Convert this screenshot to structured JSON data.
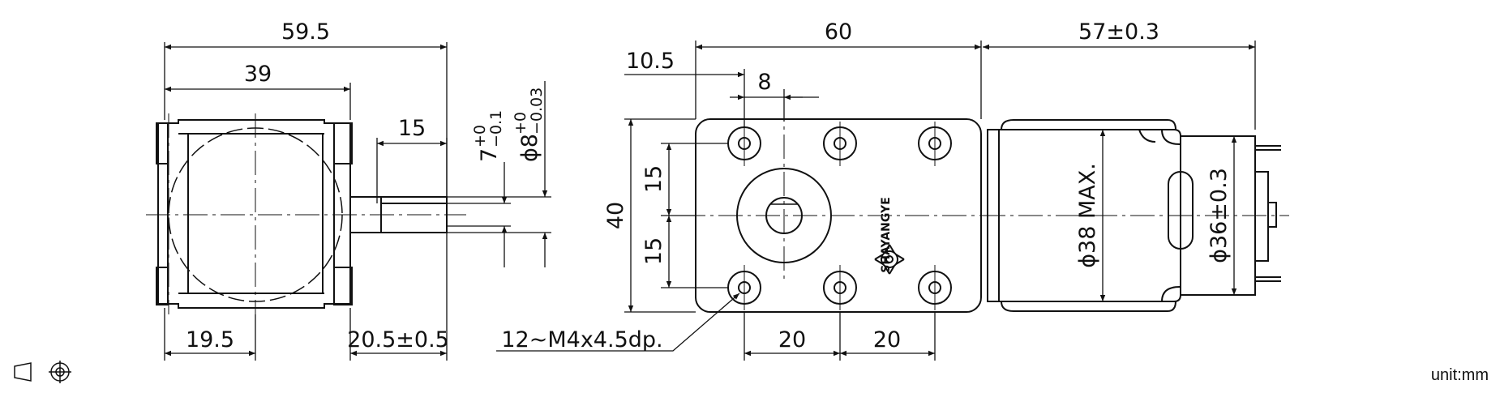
{
  "dimensions": {
    "left_overall_width": "59.5",
    "left_body_width": "39",
    "shaft_length": "15",
    "key_width": "7",
    "key_tol_upper": "+0",
    "key_tol_lower": "−0.1",
    "shaft_dia": "ϕ8",
    "shaft_tol_upper": "+0",
    "shaft_tol_lower": "−0.03",
    "left_bottom_a": "19.5",
    "left_bottom_b": "20.5±0.5",
    "front_top_total": "60",
    "front_offset_a": "10.5",
    "front_offset_b": "8",
    "front_height": "40",
    "front_half_upper": "15",
    "front_half_lower": "15",
    "hole_spacing_1": "20",
    "hole_spacing_2": "20",
    "motor_length": "57±0.3",
    "motor_max_dia": "ϕ38 MAX.",
    "motor_dia": "ϕ36±0.3"
  },
  "callouts": {
    "holes": "12~M4x4.5dp."
  },
  "branding": {
    "logo_text": "SHAYANGYE"
  },
  "footer": {
    "unit": "unit:mm"
  }
}
